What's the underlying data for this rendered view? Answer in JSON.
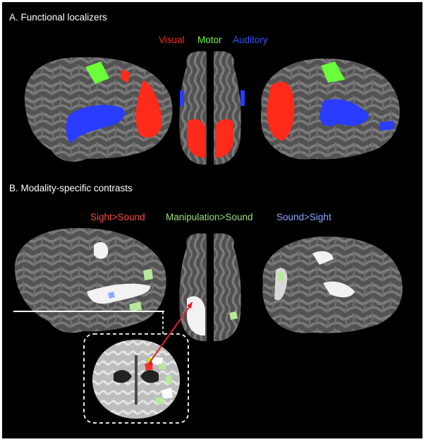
{
  "panel_a": {
    "title": "A.  Functional localizers",
    "legend": [
      {
        "label": "Visual",
        "color": "#ff2a1a"
      },
      {
        "label": "Motor",
        "color": "#66ff33"
      },
      {
        "label": "Auditory",
        "color": "#3355ff"
      }
    ]
  },
  "panel_b": {
    "title": "B.  Modality-specific contrasts",
    "legend": [
      {
        "label": "Sight>Sound",
        "color": "#ff4a3a"
      },
      {
        "label": "Manipulation>Sound",
        "color": "#99e07a"
      },
      {
        "label": "Sound>Sight",
        "color": "#8fa8ff"
      }
    ]
  },
  "colors": {
    "background": "#000000",
    "cortex_dark": "#4a4a4a",
    "cortex_light": "#8a8a8a",
    "highlight_white": "#f2f2f2",
    "inset_border": "#ffffff",
    "arrow": "#e0202a"
  }
}
